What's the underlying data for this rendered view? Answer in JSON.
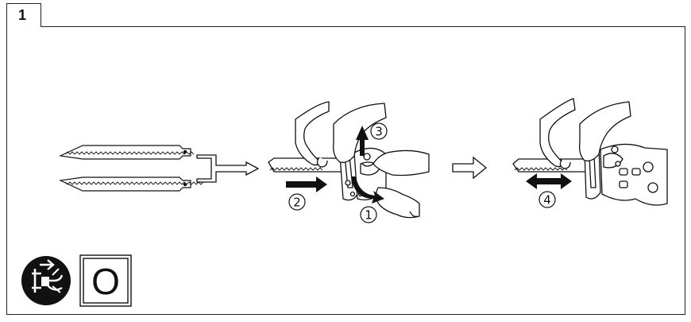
{
  "step": {
    "number": "1"
  },
  "callouts": {
    "c1": "1",
    "c2": "2",
    "c3": "3",
    "c4": "4"
  },
  "symbols": {
    "unplug_icon": "unplug-from-power-icon",
    "switch_position": "O"
  },
  "colors": {
    "ink": "#111111",
    "background": "#ffffff"
  }
}
